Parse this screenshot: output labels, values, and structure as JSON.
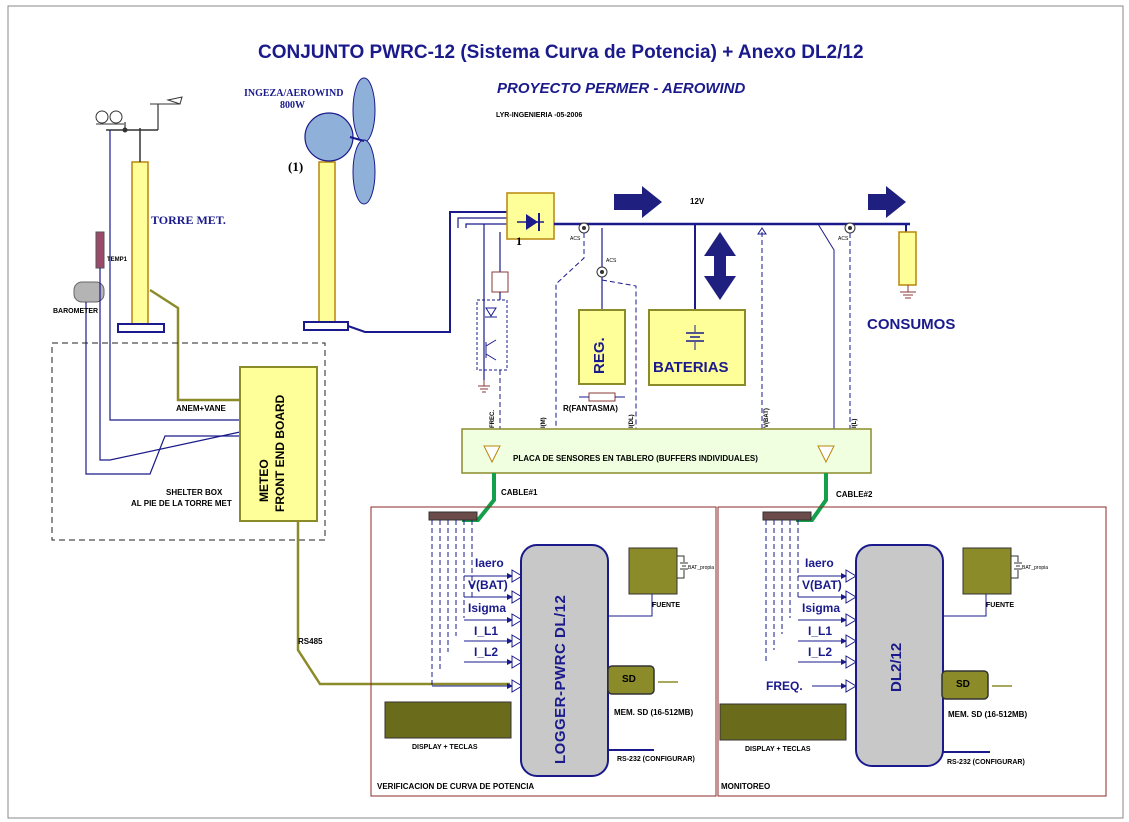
{
  "header": {
    "title": "CONJUNTO PWRC-12 (Sistema Curva de Potencia) + Anexo DL2/12",
    "subtitle": "PROYECTO PERMER - AEROWIND",
    "credit": "LYR-INGENIERIA -05-2006"
  },
  "turbine": {
    "name": "INGEZA/AEROWIND",
    "power": "800W",
    "tag": "(1)"
  },
  "met": {
    "tower": "TORRE MET.",
    "temp": "TEMP1",
    "barometer": "BAROMETER",
    "anem": "ANEM+VANE",
    "shelter_line1": "SHELTER BOX",
    "shelter_line2": "AL PIE DE LA TORRE MET",
    "meteo_line1": "METEO",
    "meteo_line2": "FRONT END BOARD",
    "rs485": "RS485"
  },
  "power_bus": {
    "diode_tag": "1",
    "voltage": "12V",
    "acs": "ACS",
    "regulator": "REG.",
    "phantom": "R(FANTASMA)",
    "batteries": "BATERIAS",
    "loads": "CONSUMOS"
  },
  "signals": {
    "frec": "FREC.",
    "im": "I(M)",
    "idl": "I(DL)",
    "vbat": "V(BAT)",
    "il": "I(L)"
  },
  "sensor_board": {
    "label": "PLACA DE SENSORES EN TABLERO (BUFFERS INDIVIDUALES)",
    "cable1": "CABLE#1",
    "cable2": "CABLE#2"
  },
  "logger1": {
    "name": "LOGGER-PWRC DL/12",
    "inputs": [
      "Iaero",
      "V(BAT)",
      "Isigma",
      "I_L1",
      "I_L2"
    ],
    "battery": "BAT_propia",
    "supply": "FUENTE",
    "sd": "SD",
    "mem": "MEM. SD (16-512MB)",
    "display": "DISPLAY + TECLAS",
    "rs232": "RS-232 (CONFIGURAR)",
    "panel": "VERIFICACION DE CURVA DE POTENCIA"
  },
  "logger2": {
    "name": "DL2/12",
    "inputs": [
      "Iaero",
      "V(BAT)",
      "Isigma",
      "I_L1",
      "I_L2"
    ],
    "freq": "FREQ.",
    "battery": "BAT_propia",
    "supply": "FUENTE",
    "sd": "SD",
    "mem": "MEM. SD (16-512MB)",
    "display": "DISPLAY + TECLAS",
    "rs232": "RS-232 (CONFIGURAR)",
    "panel": "MONITOREO"
  },
  "colors": {
    "navy": "#1a1a8c",
    "olive": "#8b8b2a",
    "dark_olive": "#6b6b1c",
    "tower": "#ffff99",
    "tower_edge": "#b8860b",
    "battery_fill": "#ffff99",
    "logger_gray": "#c8c8c8",
    "frame_red": "#a52a2a",
    "board_fill": "#f0ffe0",
    "cable_green": "#14a04a",
    "arrow_navy": "#1f1f80"
  },
  "icons": [
    "wind-vane-icon",
    "cup-anemometer-icon",
    "wind-turbine-icon",
    "diode-icon",
    "ground-icon",
    "battery-icon",
    "power-flow-arrow-icon",
    "bidirectional-arrow-icon",
    "triangle-buffer-icon",
    "optocoupler-icon"
  ]
}
